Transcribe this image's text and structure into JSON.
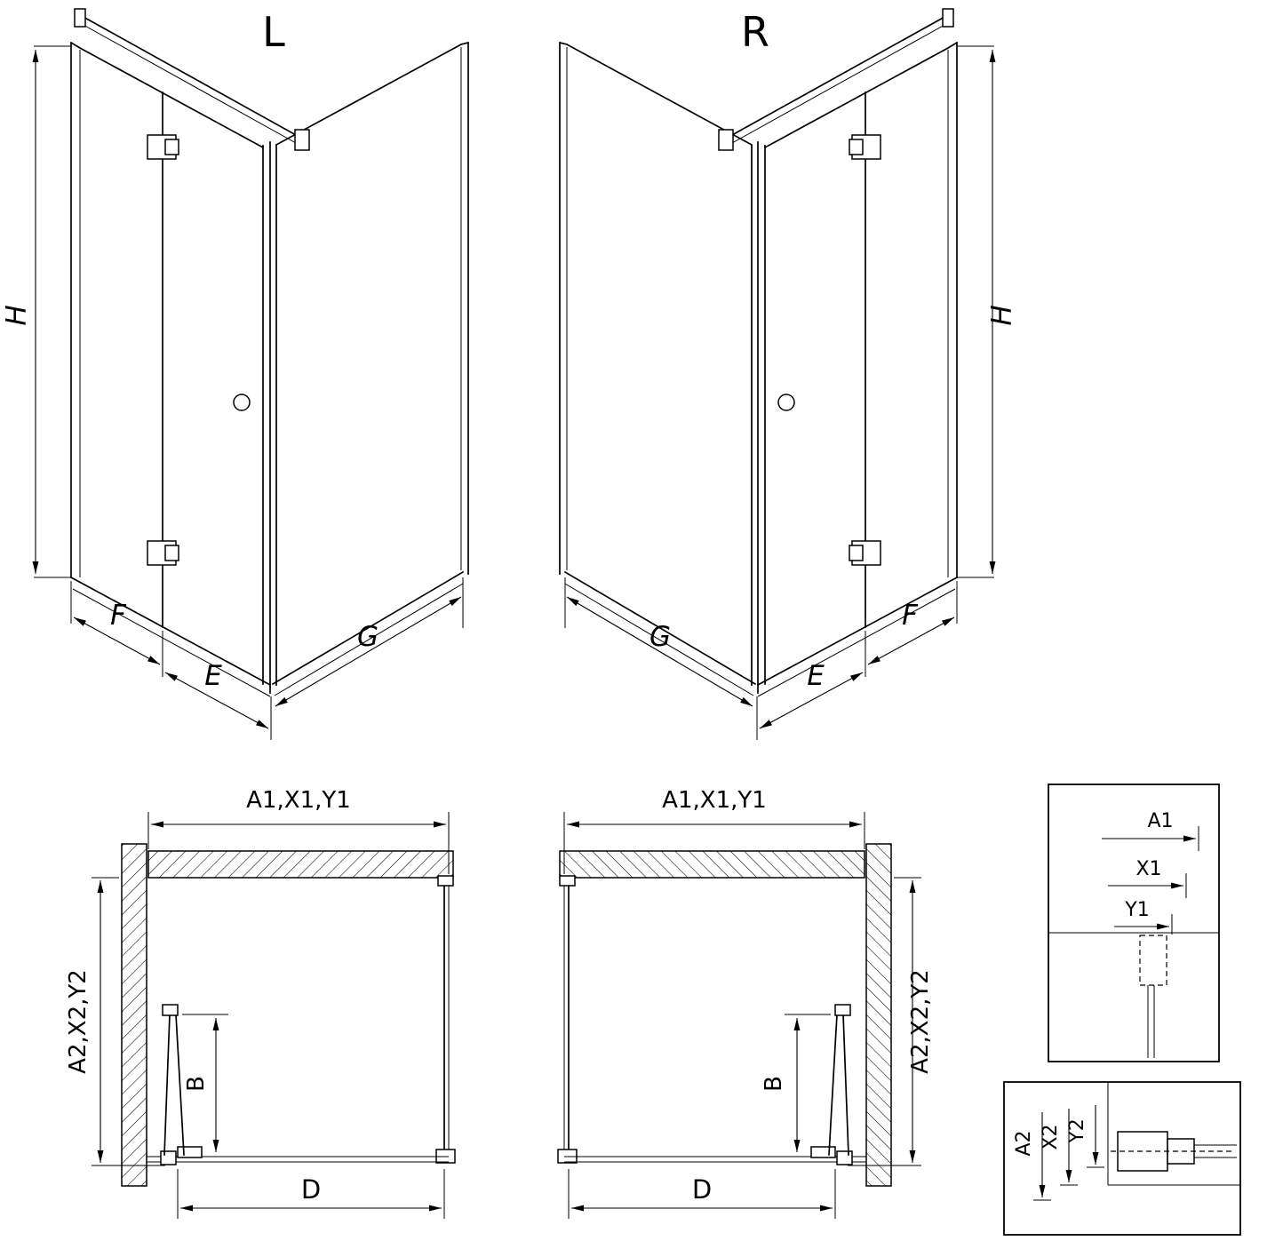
{
  "page": {
    "background_color": "#ffffff",
    "line_color": "#000000"
  },
  "iso_left": {
    "view_label": "L",
    "height_label": "H",
    "fixed_panel_label": "F",
    "door_entry_label": "E",
    "side_panel_label": "G"
  },
  "iso_right": {
    "view_label": "R",
    "height_label": "H",
    "fixed_panel_label": "F",
    "door_entry_label": "E",
    "side_panel_label": "G"
  },
  "plan_left": {
    "top_dim_label": "A1,X1,Y1",
    "depth_dim_label": "A2,X2,Y2",
    "door_dim_label": "B",
    "width_dim_label": "D"
  },
  "plan_right": {
    "top_dim_label": "A1,X1,Y1",
    "depth_dim_label": "A2,X2,Y2",
    "door_dim_label": "B",
    "width_dim_label": "D"
  },
  "detail_width": {
    "dim_labels": [
      "A1",
      "X1",
      "Y1"
    ]
  },
  "detail_depth": {
    "dim_labels": [
      "A2",
      "X2",
      "Y2"
    ]
  }
}
